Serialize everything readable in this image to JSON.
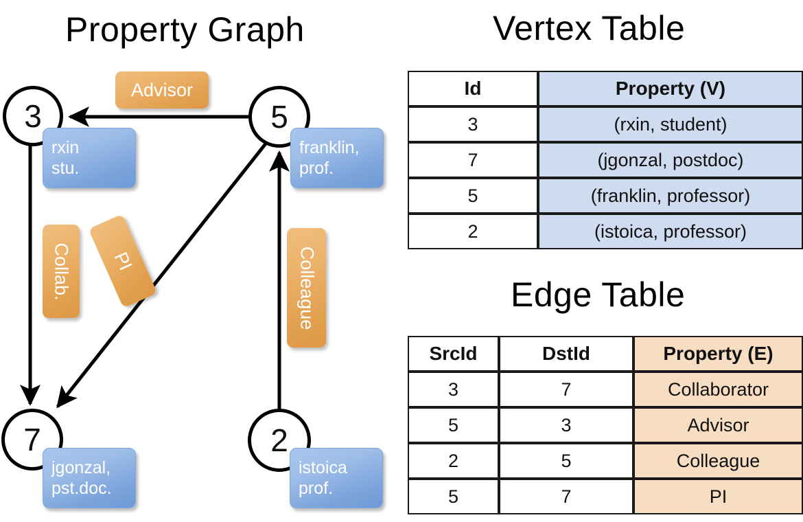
{
  "titles": {
    "property_graph": "Property Graph",
    "vertex_table": "Vertex Table",
    "edge_table": "Edge Table"
  },
  "graph": {
    "vertices": [
      {
        "id": "3",
        "property_line1": "rxin",
        "property_line2": "stu."
      },
      {
        "id": "5",
        "property_line1": "franklin,",
        "property_line2": "prof."
      },
      {
        "id": "7",
        "property_line1": "jgonzal,",
        "property_line2": "pst.doc."
      },
      {
        "id": "2",
        "property_line1": "istoica",
        "property_line2": "prof."
      }
    ],
    "edge_labels": [
      {
        "label": "Advisor"
      },
      {
        "label": "Collab."
      },
      {
        "label": "PI"
      },
      {
        "label": "Colleague"
      }
    ]
  },
  "vertex_table": {
    "headers": [
      "Id",
      "Property (V)"
    ],
    "rows": [
      {
        "id": "3",
        "property": "(rxin, student)"
      },
      {
        "id": "7",
        "property": "(jgonzal, postdoc)"
      },
      {
        "id": "5",
        "property": "(franklin, professor)"
      },
      {
        "id": "2",
        "property": "(istoica, professor)"
      }
    ]
  },
  "edge_table": {
    "headers": [
      "SrcId",
      "DstId",
      "Property (E)"
    ],
    "rows": [
      {
        "src": "3",
        "dst": "7",
        "property": "Collaborator"
      },
      {
        "src": "5",
        "dst": "3",
        "property": "Advisor"
      },
      {
        "src": "2",
        "dst": "5",
        "property": "Colleague"
      },
      {
        "src": "5",
        "dst": "7",
        "property": "PI"
      }
    ]
  },
  "colors": {
    "vertex_property_blue": "#7ca3db",
    "edge_label_orange": "#e2a04f",
    "table_blue_fill": "#cfdcef",
    "table_orange_fill": "#f7ddc1",
    "stroke": "#000000"
  }
}
